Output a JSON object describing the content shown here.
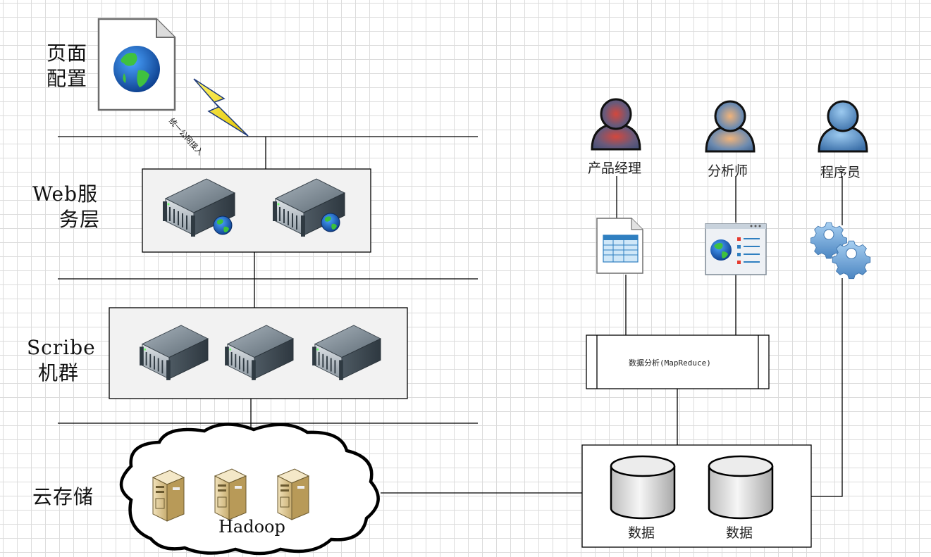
{
  "layers": {
    "page_config": [
      "页面",
      "配置"
    ],
    "web_service": [
      "Web服",
      "务层"
    ],
    "scribe": [
      "Scribe",
      "机群"
    ],
    "cloud_storage": "云存储"
  },
  "link_label": "统一公网接入",
  "cloud_label": "Hadoop",
  "process_box_label": "数据分析(MapReduce)",
  "roles": {
    "pm": "产品经理",
    "analyst": "分析师",
    "programmer": "程序员"
  },
  "databases": [
    "数据",
    "数据"
  ]
}
